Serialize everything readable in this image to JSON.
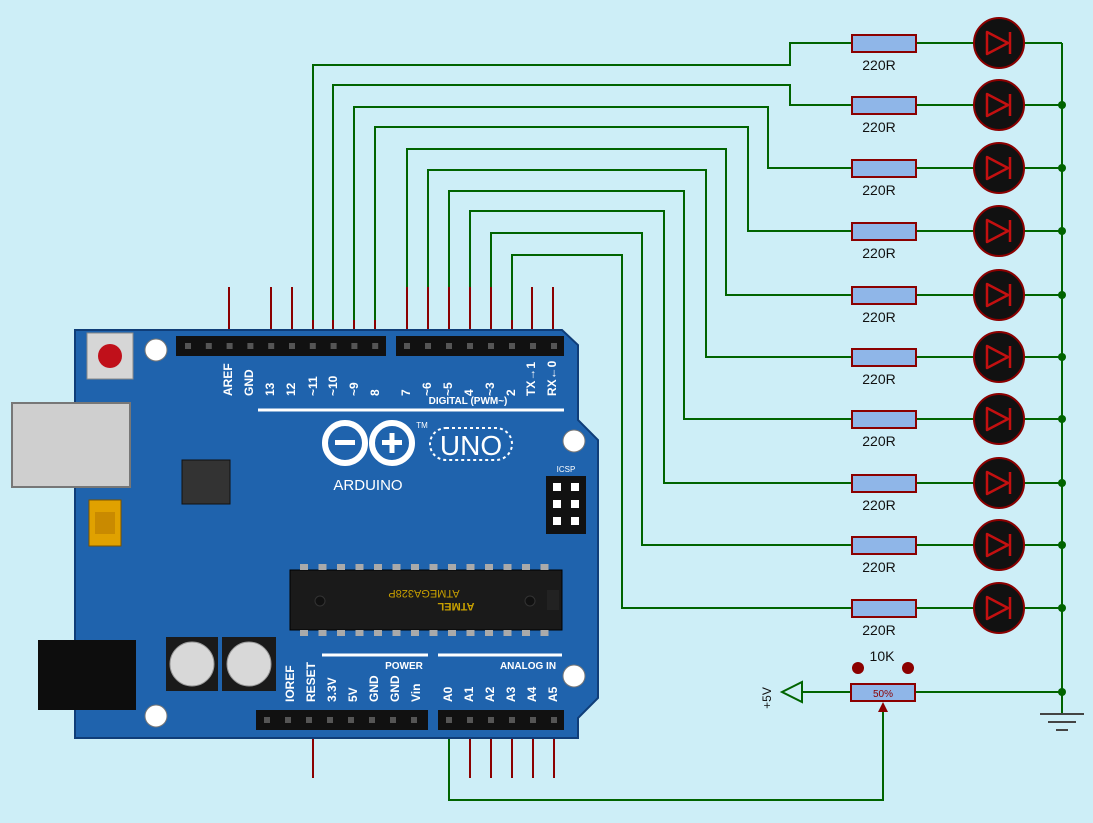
{
  "board": {
    "logo_text": "UNO",
    "brand": "ARDUINO",
    "tm": "TM",
    "chip_label": "ATMEGA328P",
    "chip_brand": "ATMEL",
    "icsp_label": "ICSP",
    "digital_label": "DIGITAL (PWM~)",
    "power_label": "POWER",
    "analog_label": "ANALOG IN",
    "top_pins": [
      "AREF",
      "GND",
      "13",
      "12",
      "~11",
      "~10",
      "~9",
      "8",
      "7",
      "~6",
      "~5",
      "4",
      "~3",
      "2",
      "TX→1",
      "RX←0"
    ],
    "power_pins": [
      "IOREF",
      "RESET",
      "3.3V",
      "5V",
      "GND",
      "GND",
      "Vin"
    ],
    "analog_pins": [
      "A0",
      "A1",
      "A2",
      "A3",
      "A4",
      "A5"
    ]
  },
  "resistor_label": "220R",
  "pot": {
    "label": "10K",
    "value_text": "50%"
  },
  "supply_label": "+5V",
  "colors": {
    "background": "#cdeef7",
    "wire": "#006400",
    "pin": "#8b0000",
    "board": "#1f63ad",
    "resistor": "#8fb6e8",
    "led": "#111111"
  }
}
